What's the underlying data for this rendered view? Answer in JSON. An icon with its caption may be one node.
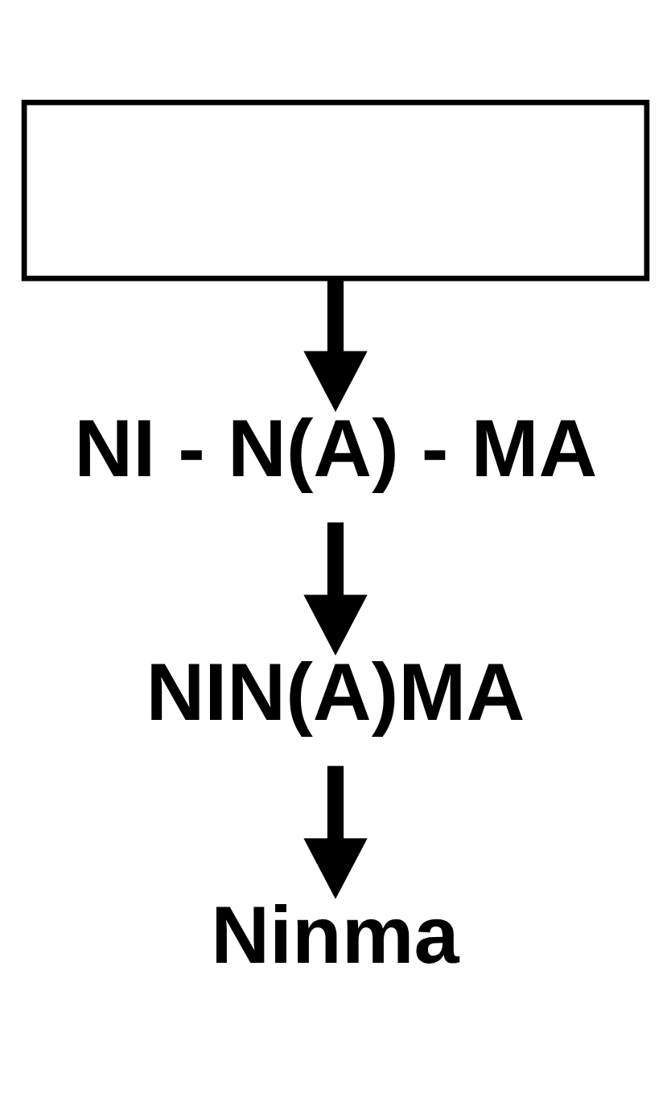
{
  "diagram": {
    "nodes": [
      {
        "text": [],
        "shape": "box"
      },
      {
        "text": [
          "NI - N(A) - MA"
        ]
      },
      {
        "text": [
          "NIN(A)MA"
        ]
      },
      {
        "text": [
          "Ninma"
        ]
      }
    ],
    "edges": [
      {
        "from": 0,
        "to": 1,
        "arrow": "to"
      },
      {
        "from": 1,
        "to": 2,
        "arrow": "to"
      },
      {
        "from": 2,
        "to": 3,
        "arrow": "to"
      }
    ]
  }
}
